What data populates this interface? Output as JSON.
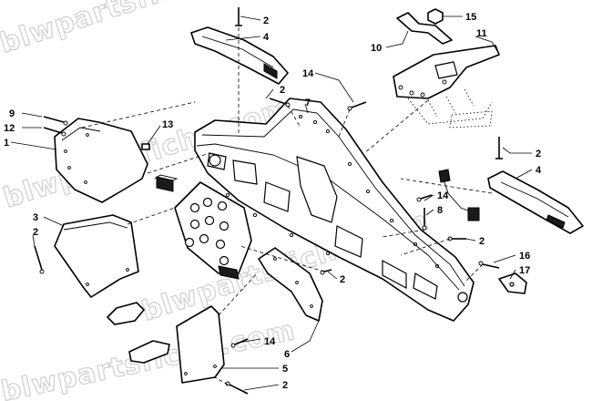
{
  "watermark": "blwpartsfiche.com",
  "callouts": [
    {
      "id": "c-2-top",
      "text": "2"
    },
    {
      "id": "c-4-top",
      "text": "4"
    },
    {
      "id": "c-15",
      "text": "15"
    },
    {
      "id": "c-10",
      "text": "10"
    },
    {
      "id": "c-11",
      "text": "11"
    },
    {
      "id": "c-14-top",
      "text": "14"
    },
    {
      "id": "c-2-mid",
      "text": "2"
    },
    {
      "id": "c-7",
      "text": "7"
    },
    {
      "id": "c-9",
      "text": "9"
    },
    {
      "id": "c-12",
      "text": "12"
    },
    {
      "id": "c-1",
      "text": "1"
    },
    {
      "id": "c-13",
      "text": "13"
    },
    {
      "id": "c-2-right",
      "text": "2"
    },
    {
      "id": "c-4-right",
      "text": "4"
    },
    {
      "id": "c-14-right",
      "text": "14"
    },
    {
      "id": "c-8",
      "text": "8"
    },
    {
      "id": "c-3",
      "text": "3"
    },
    {
      "id": "c-2-left",
      "text": "2"
    },
    {
      "id": "c-2-center",
      "text": "2"
    },
    {
      "id": "c-2-lowright",
      "text": "2"
    },
    {
      "id": "c-16",
      "text": "16"
    },
    {
      "id": "c-17",
      "text": "17"
    },
    {
      "id": "c-14-bottom",
      "text": "14"
    },
    {
      "id": "c-6",
      "text": "6"
    },
    {
      "id": "c-5",
      "text": "5"
    },
    {
      "id": "c-2-bottom",
      "text": "2"
    }
  ]
}
